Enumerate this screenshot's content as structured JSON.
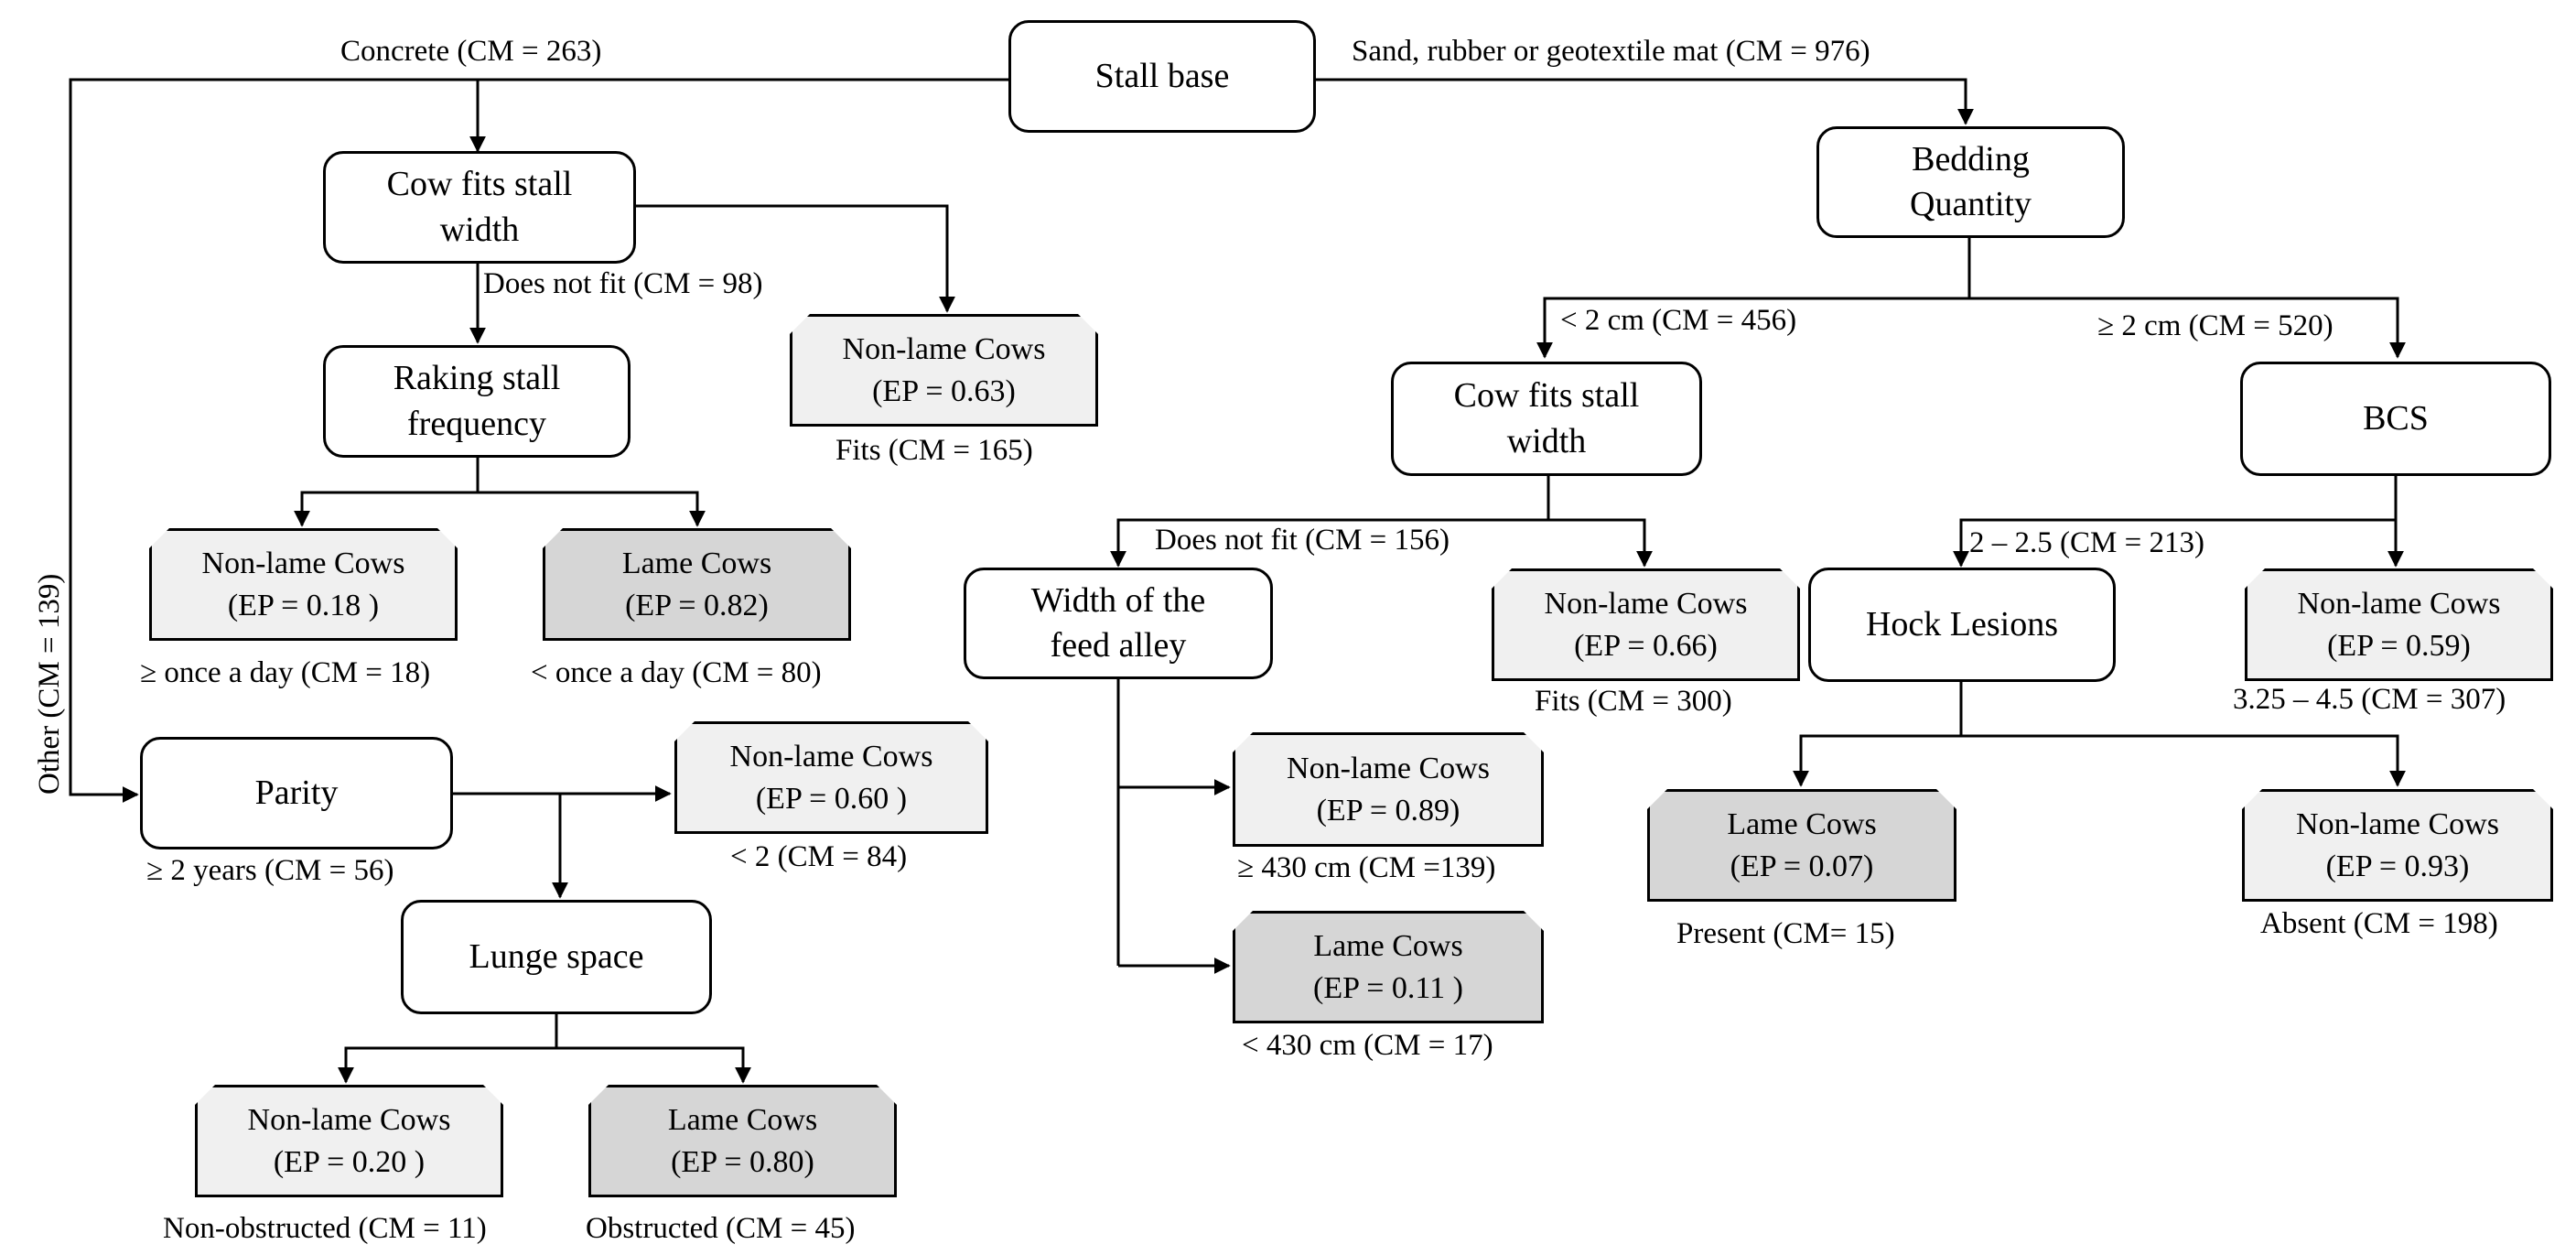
{
  "nodes": {
    "stall_base": "Stall base",
    "cow_fits_1": [
      "Cow fits stall",
      "width"
    ],
    "raking": [
      "Raking stall",
      "frequency"
    ],
    "parity": "Parity",
    "lunge": "Lunge space",
    "bedding": [
      "Bedding",
      "Quantity"
    ],
    "cow_fits_2": [
      "Cow fits stall",
      "width"
    ],
    "bcs": "BCS",
    "feed_alley": [
      "Width of the",
      "feed alley"
    ],
    "hock": "Hock Lesions"
  },
  "leaves": {
    "l_063": {
      "title": "Non-lame Cows",
      "ep": "(EP = 0.63)",
      "class": "non-lame"
    },
    "l_018": {
      "title": "Non-lame Cows",
      "ep": "(EP = 0.18 )",
      "class": "non-lame"
    },
    "l_082": {
      "title": "Lame Cows",
      "ep": "(EP = 0.82)",
      "class": "lame"
    },
    "l_060": {
      "title": "Non-lame Cows",
      "ep": "(EP = 0.60 )",
      "class": "non-lame"
    },
    "l_020": {
      "title": "Non-lame Cows",
      "ep": "(EP = 0.20 )",
      "class": "non-lame"
    },
    "l_080": {
      "title": "Lame Cows",
      "ep": "(EP = 0.80)",
      "class": "lame"
    },
    "l_066": {
      "title": "Non-lame Cows",
      "ep": "(EP = 0.66)",
      "class": "non-lame"
    },
    "l_089": {
      "title": "Non-lame Cows",
      "ep": "(EP = 0.89)",
      "class": "non-lame"
    },
    "l_011": {
      "title": "Lame Cows",
      "ep": "(EP = 0.11 )",
      "class": "lame"
    },
    "l_059": {
      "title": "Non-lame Cows",
      "ep": "(EP = 0.59)",
      "class": "non-lame"
    },
    "l_007": {
      "title": "Lame Cows",
      "ep": "(EP = 0.07)",
      "class": "lame"
    },
    "l_093": {
      "title": "Non-lame Cows",
      "ep": "(EP = 0.93)",
      "class": "non-lame"
    }
  },
  "edge_labels": {
    "concrete": "Concrete (CM = 263)",
    "sand": "Sand, rubber or geotextile mat (CM = 976)",
    "other": "Other (CM = 139)",
    "does_not_fit_1": "Does not fit (CM = 98)",
    "fits_165": "Fits (CM = 165)",
    "once_day": "≥ once a day (CM = 18)",
    "lt_once_day": "< once a day (CM = 80)",
    "ge_2_years": "≥ 2 years   (CM = 56)",
    "lt_2": "< 2 (CM = 84)",
    "non_obstructed": "Non-obstructed (CM = 11)",
    "obstructed": "Obstructed (CM = 45)",
    "lt_2cm": "< 2 cm (CM = 456)",
    "ge_2cm": "≥ 2 cm (CM = 520)",
    "does_not_fit_2": "Does not fit (CM = 156)",
    "fits_300": "Fits (CM = 300)",
    "ge_430": "≥ 430 cm (CM =139)",
    "lt_430": "< 430 cm (CM = 17)",
    "bcs_low": "2 – 2.5 (CM = 213)",
    "bcs_high": "3.25 – 4.5  (CM = 307)",
    "present": "Present (CM= 15)",
    "absent": "Absent (CM = 198)"
  },
  "colors": {
    "line": "#000000",
    "non_lame_fill": "#f0f0f0",
    "lame_fill": "#d6d6d6"
  }
}
